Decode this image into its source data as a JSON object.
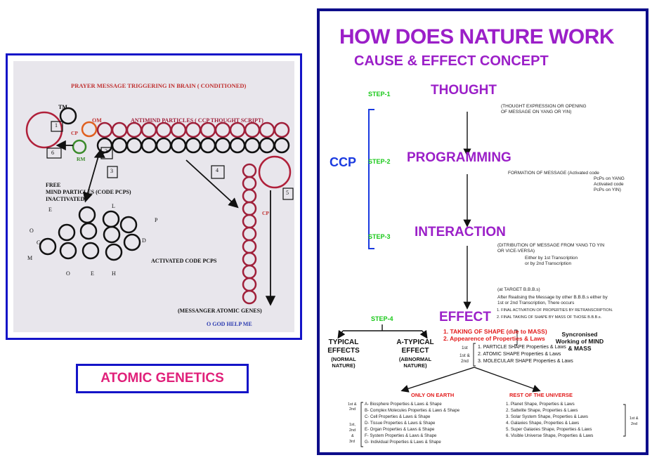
{
  "left": {
    "title": "PRAYER MESSAGE TRIGGERING IN BRAIN ( CONDITIONED)",
    "tm": "TM",
    "om": "OM",
    "cp_top": "CP",
    "antimind": "ANTIMIND PARTICLES  ( CCP  THOUGHT SCRIPT)",
    "rm": "RM",
    "boxes": [
      "1",
      "2",
      "3",
      "4",
      "5",
      "6"
    ],
    "free_mind": [
      "FREE",
      "MIND   PARTICLES (CODE PCPS)",
      "INACTIVATED"
    ],
    "letters": [
      "E",
      "L",
      "P",
      "O",
      "G",
      "D",
      "M",
      "O",
      "E",
      "H"
    ],
    "cp_chain": "CP",
    "activated": "ACTIVATED CODE PCPS",
    "messenger": "(MESSANGER ATOMIC GENES)",
    "god": "O GOD HELP ME"
  },
  "atomic_label": "ATOMIC GENETICS",
  "right": {
    "title": "HOW DOES NATURE WORK",
    "subtitle": "CAUSE & EFFECT CONCEPT",
    "ccp": "CCP",
    "step1": "STEP-1",
    "thought": "THOUGHT",
    "thought_note": [
      "(THOUGHT EXPRESSION OR OPENING",
      "OF MESSAGE ON YANG OR YIN)"
    ],
    "step2": "STEP-2",
    "programming": "PROGRAMMING",
    "programming_note": [
      "FORMATION OF MESSAGE  (Activated code",
      "PcPs on YANG",
      "Activated code",
      "PcPs on YIN)"
    ],
    "step3": "STEP-3",
    "interaction": "INTERACTION",
    "interaction_note": [
      "(DITRIBUTION OF MESSAGE FROM YANG TO YIN",
      "OR VICE-VERSA)",
      "Either by 1st Transcription",
      "or by 2nd Transcription"
    ],
    "target_note": [
      "(at TARGET B.B.B.s)",
      "After Realising the Message by other B.B.B.s either by",
      "1st or 2nd Transcription, There occurs"
    ],
    "step4": "STEP-4",
    "effect": "EFFECT",
    "effect_notes": [
      "1. FINAL ACTIVATION OF PROPERTIES BY RETRANSCRIPTION.",
      "2. FINAL TAKING OF SHAPE BY MASS OF THOSE B.B.B.s."
    ],
    "taking_shape": "1. TAKING OF SHAPE (due to MASS)",
    "appearance": "2. Appearence of Properties & Laws",
    "sync": [
      "Syncronised",
      "Working of MIND",
      "& MASS"
    ],
    "typical": [
      "TYPICAL",
      "EFFECTS",
      "(NORMAL",
      "NATURE)"
    ],
    "atypical": [
      "A-TYPICAL",
      "EFFECT",
      "(ABNORMAL",
      "NATURE)"
    ],
    "shape_prefix": [
      "1st",
      "1st &",
      "2nd"
    ],
    "shapes": [
      "1. PARTICLE SHAPE Properties & Laws",
      "2. ATOMIC SHAPE Properties & Laws",
      "3. MOLECULAR SHAPE Properties & Laws"
    ],
    "earth_title": "ONLY ON EARTH",
    "earth_prefix": [
      "1st &",
      "2nd",
      "1st,",
      "2nd",
      "&",
      "3rd"
    ],
    "earth_items": [
      "A- Biosphere Properties & Laws & Shape",
      "B- Complex Molecules Properties & Laws & Shape",
      "C- Cell Properties & Laws & Shape",
      "D- Tissue Properties & Laws & Shape",
      "E- Organ Properties & Laws & Shape",
      "F- System Properties & Laws & Shape",
      "G- Individual Properties & Laws & Shape"
    ],
    "universe_title": "REST OF THE UNIVERSE",
    "universe_items": [
      "1. Planet Shape, Properties & Laws",
      "2. Sattelite Shape, Properties & Laws",
      "3. Solar System Shape, Properties & Laws",
      "4. Galaxies Shape, Properties & Laws",
      "5. Super Galaxies Shape, Properties & Laws",
      "6. Visible Universe Shape, Properties & Laws"
    ],
    "universe_suffix": [
      "1st &",
      "2nd"
    ]
  },
  "colors": {
    "frame": "#1414c8",
    "purple": "#9b1fc8",
    "green": "#18c818",
    "red": "#e21b1b",
    "maroon": "#a0203a",
    "pink": "#e0207a"
  }
}
